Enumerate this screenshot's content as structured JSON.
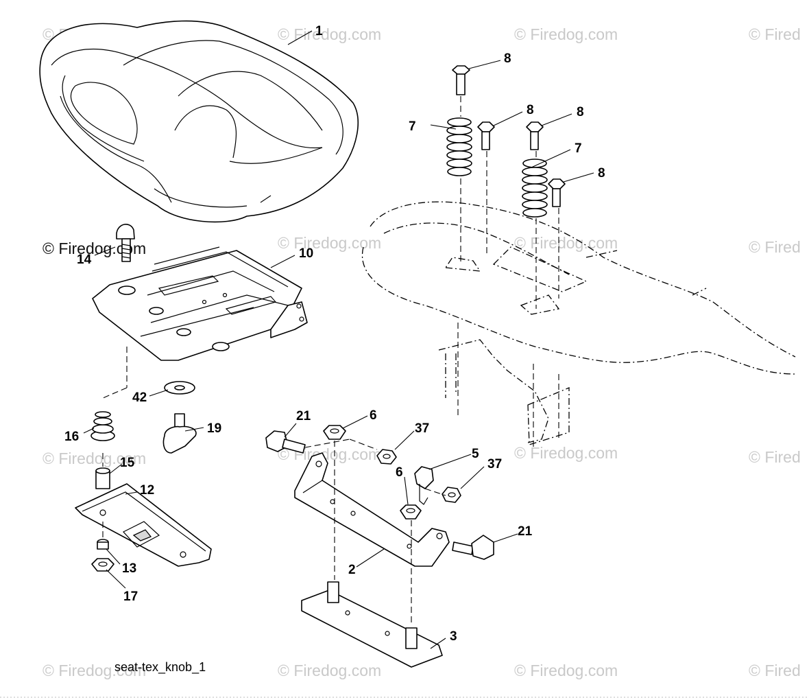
{
  "diagram_caption": "seat-tex_knob_1",
  "watermark": {
    "text": "© Firedog.com",
    "text_cut": "© Fired"
  },
  "callouts": [
    "1",
    "2",
    "3",
    "5",
    "6",
    "6",
    "7",
    "7",
    "8",
    "8",
    "8",
    "8",
    "10",
    "12",
    "13",
    "14",
    "15",
    "16",
    "17",
    "19",
    "21",
    "21",
    "37",
    "37",
    "42"
  ],
  "colors": {
    "line": "#000000",
    "watermark": "#c9c9c9",
    "background": "#ffffff"
  }
}
